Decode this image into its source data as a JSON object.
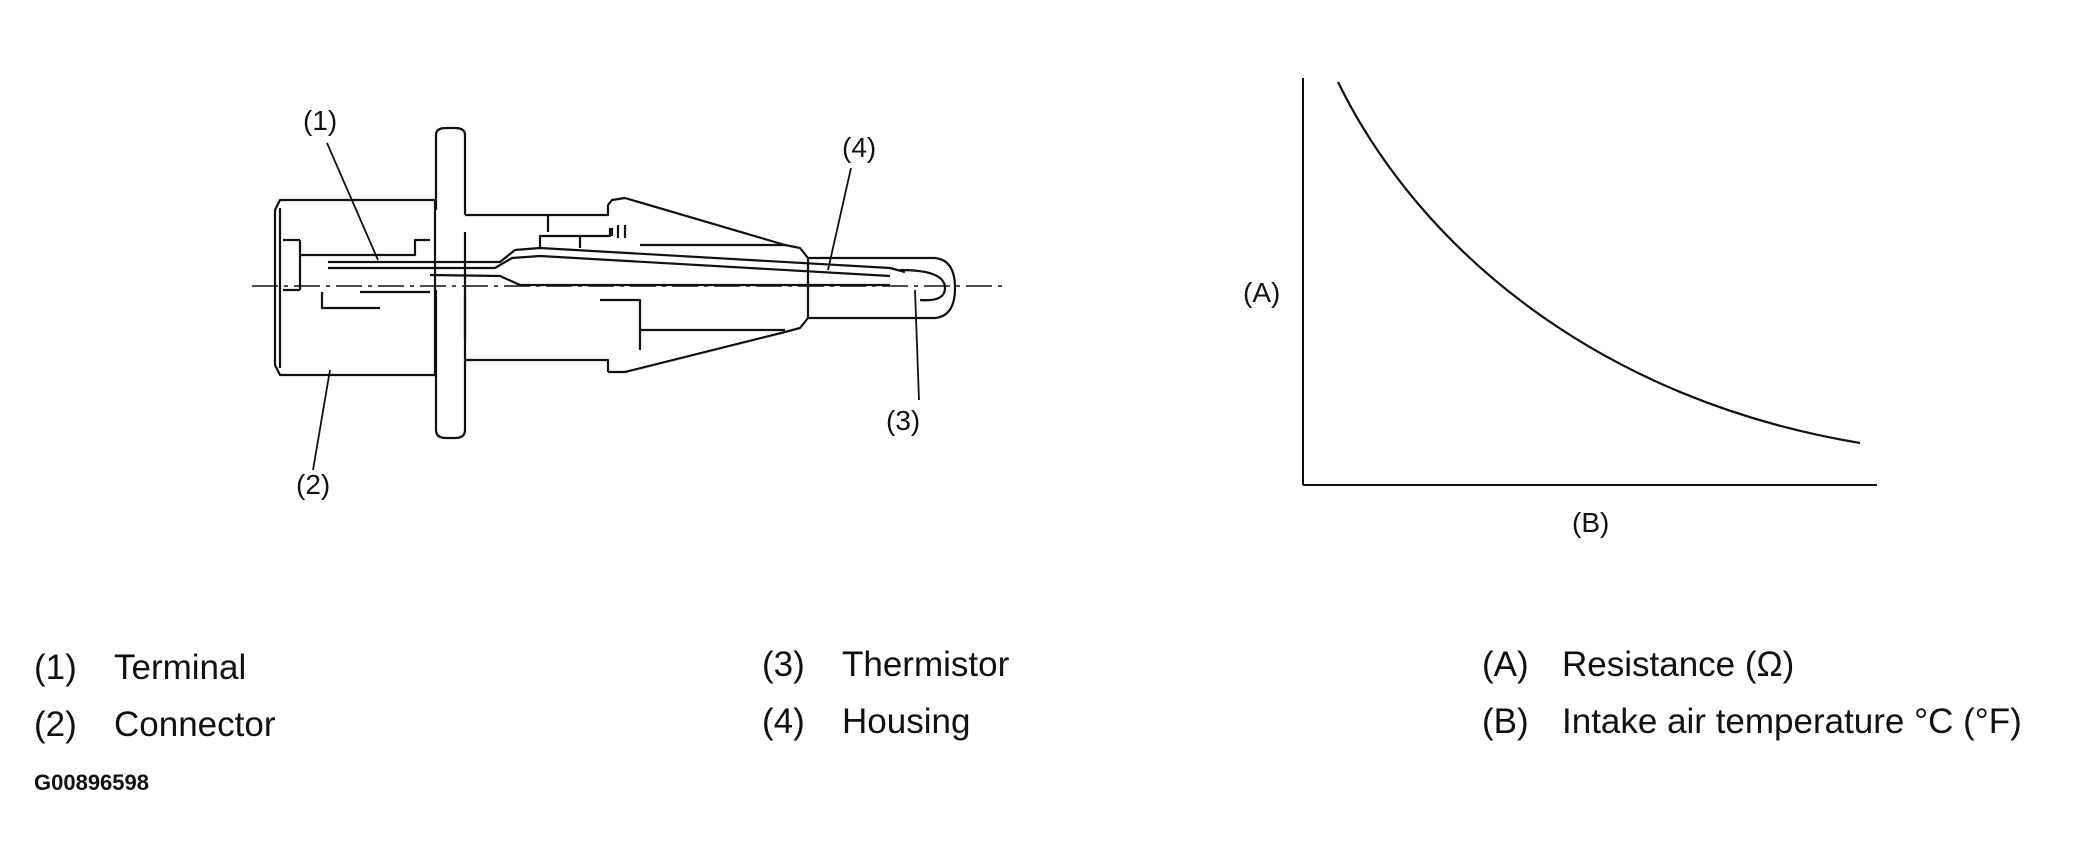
{
  "diagram": {
    "callouts": {
      "c1": "(1)",
      "c2": "(2)",
      "c3": "(3)",
      "c4": "(4)"
    },
    "graph": {
      "y_axis_label": "(A)",
      "x_axis_label": "(B)"
    }
  },
  "legend": [
    {
      "key": "(1)",
      "label": "Terminal"
    },
    {
      "key": "(2)",
      "label": "Connector"
    },
    {
      "key": "(3)",
      "label": "Thermistor"
    },
    {
      "key": "(4)",
      "label": "Housing"
    },
    {
      "key": "(A)",
      "label": "Resistance (Ω)"
    },
    {
      "key": "(B)",
      "label": "Intake air temperature °C (°F)"
    }
  ],
  "figure_id": "G00896598"
}
